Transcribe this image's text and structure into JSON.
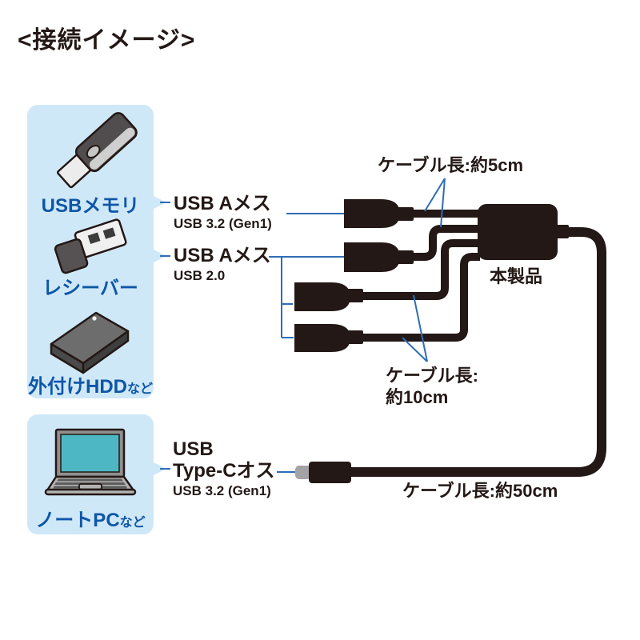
{
  "title": "<接続イメージ>",
  "colors": {
    "background": "#ffffff",
    "ink_black": "#231815",
    "panel_blue": "#cfe8f8",
    "label_blue": "#0e56a7",
    "line_blue": "#2e6db4",
    "connector_gray": "#a3a3a4",
    "screen_teal": "#4db8c4"
  },
  "device_groups": [
    {
      "items": [
        {
          "label": "USBメモリ",
          "suffix": "",
          "icon": "usb-memory-icon"
        },
        {
          "label": "レシーバー",
          "suffix": "",
          "icon": "receiver-icon"
        },
        {
          "label": "外付けHDD",
          "suffix": "など",
          "icon": "external-hdd-icon"
        }
      ]
    },
    {
      "items": [
        {
          "label": "ノートPC",
          "suffix": "など",
          "icon": "laptop-icon"
        }
      ]
    }
  ],
  "port_labels": [
    {
      "line1": "USB Aメス",
      "line2": "USB 3.2 (Gen1)"
    },
    {
      "line1": "USB Aメス",
      "line2": "USB 2.0"
    },
    {
      "line1": "USB",
      "line2": "Type-Cオス",
      "line3": "USB 3.2 (Gen1)"
    }
  ],
  "annotations": {
    "cable_length_5cm": "ケーブル長:約5cm",
    "cable_length_10cm_line1": "ケーブル長:",
    "cable_length_10cm_line2": "約10cm",
    "cable_length_50cm": "ケーブル長:約50cm",
    "product_label": "本製品"
  }
}
